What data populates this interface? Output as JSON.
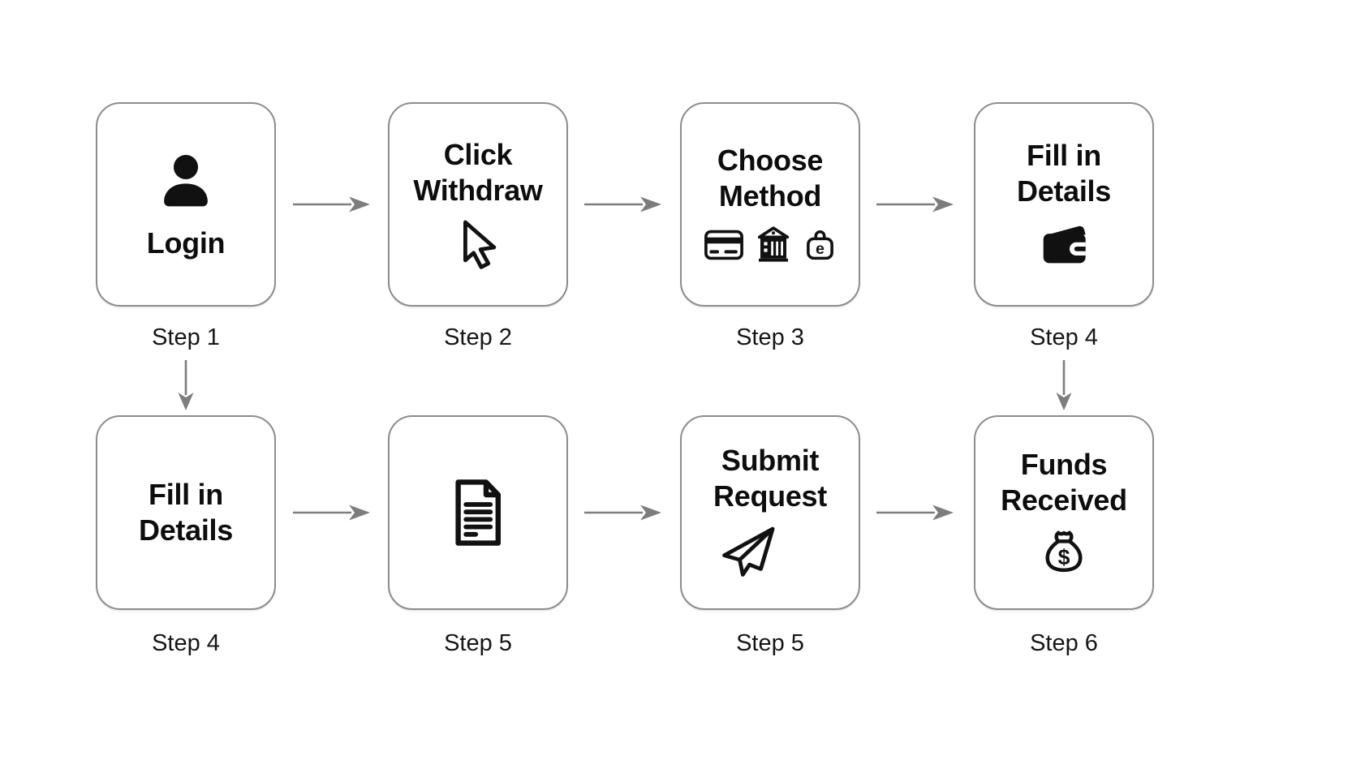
{
  "diagram": {
    "type": "flowchart",
    "background": "#ffffff",
    "box_border_color": "#8c8c8c",
    "arrow_color": "#7d7d7d",
    "text_color": "#0d0d0d",
    "boxes": [
      {
        "id": "login",
        "row": 1,
        "col": 1,
        "lines": [
          "Login"
        ],
        "icon": "user-icon",
        "step": "Step 1"
      },
      {
        "id": "click-withdraw",
        "row": 1,
        "col": 2,
        "lines": [
          "Click",
          "Withdraw"
        ],
        "icon": "cursor-icon",
        "step": "Step 2"
      },
      {
        "id": "choose-method",
        "row": 1,
        "col": 3,
        "lines": [
          "Choose",
          "Method"
        ],
        "icons": [
          "credit-card-icon",
          "bank-icon",
          "e-wallet-icon"
        ],
        "step": "Step 3"
      },
      {
        "id": "fill-in-details-1",
        "row": 1,
        "col": 4,
        "lines": [
          "Fill in",
          "Details"
        ],
        "icon": "wallet-icon",
        "step": "Step 4"
      },
      {
        "id": "fill-in-details-2",
        "row": 2,
        "col": 1,
        "lines": [
          "Fill in",
          "Details"
        ],
        "icon": null,
        "step": "Step 4"
      },
      {
        "id": "document",
        "row": 2,
        "col": 2,
        "lines": [],
        "icon": "document-icon",
        "step": "Step 5"
      },
      {
        "id": "submit-request",
        "row": 2,
        "col": 3,
        "lines": [
          "Submit",
          "Request"
        ],
        "icon": "paper-plane-icon",
        "step": "Step 5"
      },
      {
        "id": "funds-received",
        "row": 2,
        "col": 4,
        "lines": [
          "Funds",
          "Received"
        ],
        "icon": "money-bag-icon",
        "step": "Step 6"
      }
    ],
    "connections": [
      "login -> click-withdraw",
      "click-withdraw -> choose-method",
      "choose-method -> fill-in-details-1",
      "login (Step 1) v fill-in-details-2",
      "fill-in-details-1 (Step 4) v funds-received",
      "fill-in-details-2 -> document",
      "document -> submit-request",
      "submit-request -> funds-received"
    ]
  }
}
